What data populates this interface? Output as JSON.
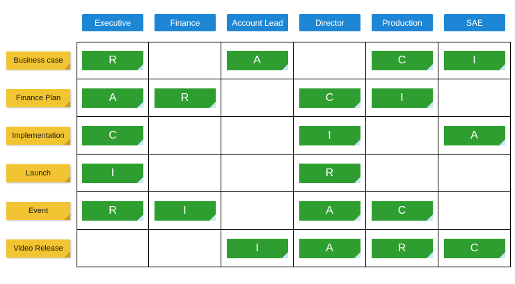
{
  "columns": [
    "Executive",
    "Finance",
    "Account Lead",
    "Director",
    "Production",
    "SAE"
  ],
  "rows": [
    "Business case",
    "Finance Plan",
    "Implementation",
    "Launch",
    "Event",
    "Video Release"
  ],
  "cells": [
    [
      "R",
      "",
      "A",
      "",
      "C",
      "I"
    ],
    [
      "A",
      "R",
      "",
      "C",
      "I",
      ""
    ],
    [
      "C",
      "",
      "",
      "I",
      "",
      "A"
    ],
    [
      "I",
      "",
      "",
      "R",
      "",
      ""
    ],
    [
      "R",
      "I",
      "",
      "A",
      "C",
      ""
    ],
    [
      "",
      "",
      "I",
      "A",
      "R",
      "C"
    ]
  ],
  "colors": {
    "header_blue": "#1e87d5",
    "note_green": "#2f9e30",
    "note_green_fold": "#c9e6f5",
    "note_yellow": "#f2c431",
    "note_yellow_fold": "#cf9b1d",
    "grid_line": "#000000",
    "background": "#ffffff"
  }
}
